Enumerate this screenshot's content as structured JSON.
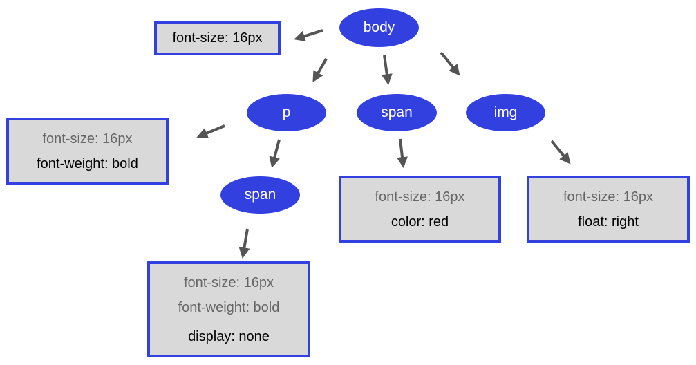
{
  "nodes": {
    "body": "body",
    "p": "p",
    "span_top": "span",
    "img": "img",
    "span_inner": "span"
  },
  "boxes": {
    "body": {
      "own": "font-size: 16px"
    },
    "p": {
      "inherited": "font-size: 16px",
      "own": "font-weight: bold"
    },
    "span_top": {
      "inherited": "font-size: 16px",
      "own": "color: red"
    },
    "img": {
      "inherited": "font-size: 16px",
      "own": "float: right"
    },
    "span_inner": {
      "inherited1": "font-size: 16px",
      "inherited2": "font-weight: bold",
      "own": "display: none"
    }
  },
  "colors": {
    "node_fill": "#3340e0",
    "box_border": "#3340e0",
    "box_fill": "#d9d9d9",
    "inherited_text": "#666666",
    "own_text": "#000000",
    "arrow": "#555555"
  }
}
